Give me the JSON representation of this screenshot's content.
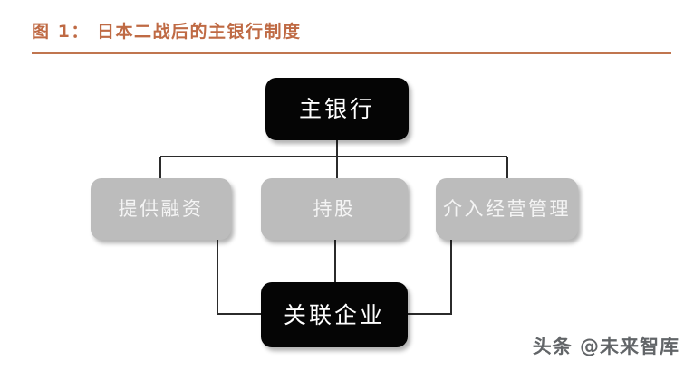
{
  "figure": {
    "title": "图 1： 日本二战后的主银行制度",
    "accent_color": "#bf6a44",
    "rule_color": "#c0754f",
    "background_color": "#ffffff"
  },
  "diagram": {
    "type": "org-chart",
    "nodes": [
      {
        "id": "main-bank",
        "label": "主银行",
        "level": "top",
        "style": "dark",
        "fill": "#050505",
        "text_color": "#ffffff"
      },
      {
        "id": "provide-financing",
        "label": "提供融资",
        "level": "middle",
        "style": "gray",
        "fill": "#bcbcbc",
        "text_color": "#f4f4f4"
      },
      {
        "id": "hold-shares",
        "label": "持股",
        "level": "middle",
        "style": "gray",
        "fill": "#bcbcbc",
        "text_color": "#f4f4f4"
      },
      {
        "id": "intervene-management",
        "label": "介入经营管理",
        "level": "middle",
        "style": "gray",
        "fill": "#bcbcbc",
        "text_color": "#f4f4f4"
      },
      {
        "id": "affiliated-enterprise",
        "label": "关联企业",
        "level": "bottom",
        "style": "dark",
        "fill": "#050505",
        "text_color": "#ffffff"
      }
    ],
    "edges": [
      {
        "from": "main-bank",
        "to": "provide-financing"
      },
      {
        "from": "main-bank",
        "to": "hold-shares"
      },
      {
        "from": "main-bank",
        "to": "intervene-management"
      },
      {
        "from": "provide-financing",
        "to": "affiliated-enterprise"
      },
      {
        "from": "hold-shares",
        "to": "affiliated-enterprise"
      },
      {
        "from": "intervene-management",
        "to": "affiliated-enterprise"
      }
    ],
    "line_color": "#2b2b2b"
  },
  "watermark": {
    "text": "头条 @未来智库"
  }
}
